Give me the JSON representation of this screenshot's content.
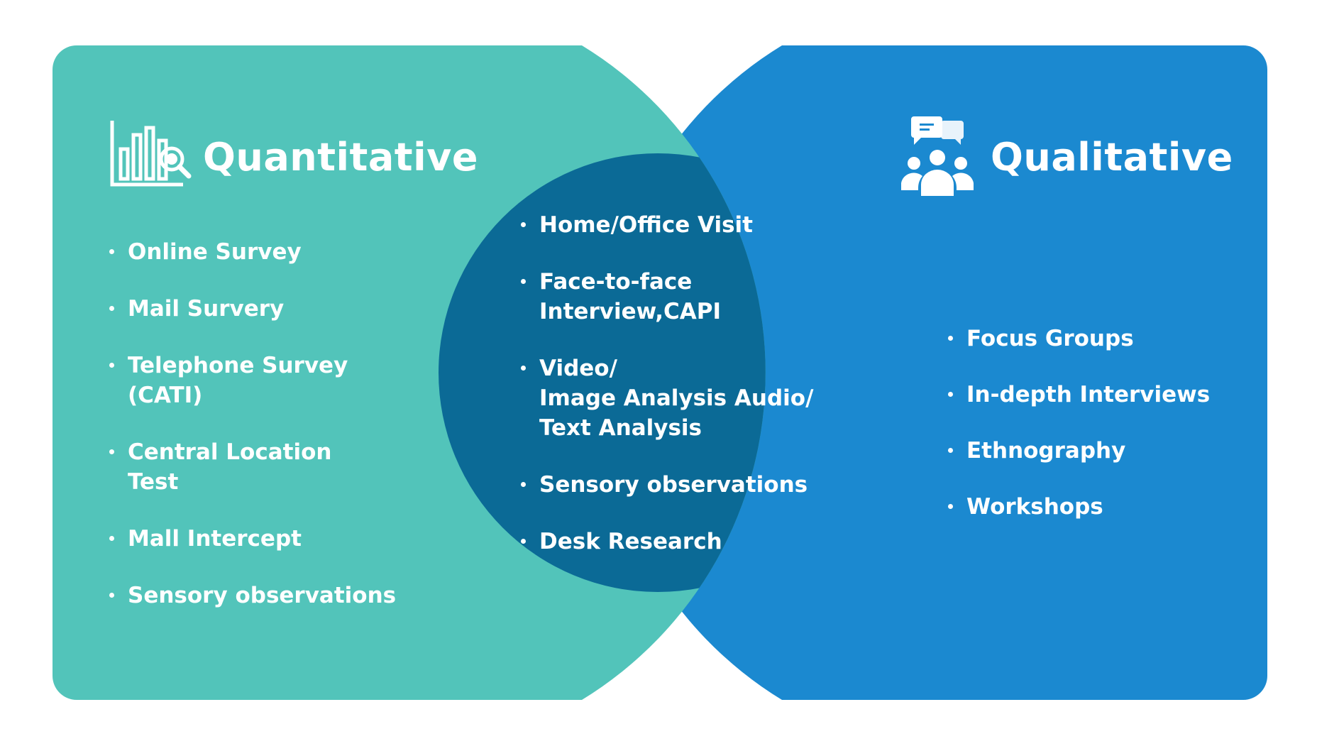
{
  "colors": {
    "quantitative_fill": "#52C4BA",
    "qualitative_fill": "#1B89D0",
    "overlap_fill": "#0B6A96",
    "text": "#FFFFFF"
  },
  "quantitative": {
    "title": "Quantitative",
    "icon": "bar-chart-magnifier-icon",
    "items": [
      "Online Survey",
      "Mail Survery",
      "Telephone Survey\n(CATI)",
      "Central Location\nTest",
      "Mall Intercept",
      "Sensory observations"
    ]
  },
  "overlap": {
    "items": [
      "Home/Office Visit",
      "Face-to-face\nInterview,CAPI",
      "Video/\nImage Analysis Audio/\nText Analysis",
      "Sensory observations",
      "Desk Research"
    ]
  },
  "qualitative": {
    "title": "Qualitative",
    "icon": "group-discussion-icon",
    "items": [
      "Focus Groups",
      "In-depth Interviews",
      "Ethnography",
      "Workshops"
    ]
  }
}
